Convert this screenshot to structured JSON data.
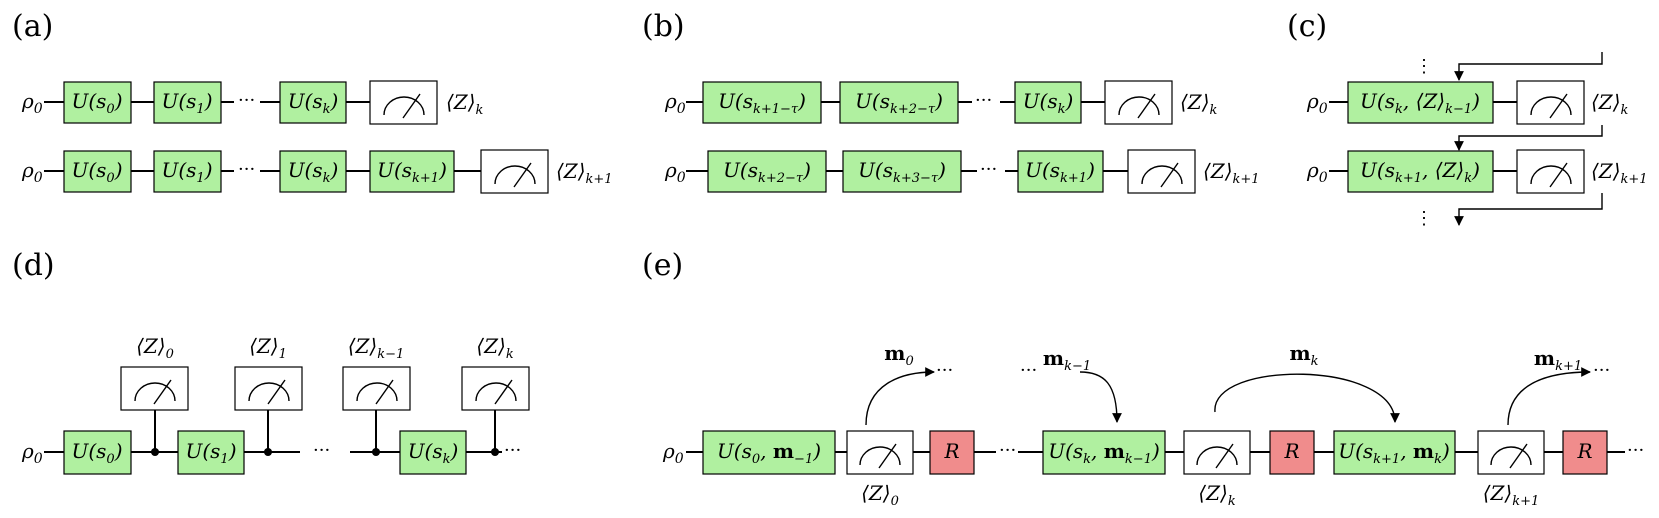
{
  "panels": {
    "a": {
      "label": "(a)",
      "rho": "ρ",
      "rho_sub": "0",
      "row1": [
        {
          "base": "U(s",
          "sub": "0",
          "tail": ")"
        },
        {
          "base": "U(s",
          "sub": "1",
          "tail": ")"
        },
        {
          "base": "U(s",
          "sub": "k",
          "tail": ")"
        }
      ],
      "row1_out": {
        "base": "⟨Z⟩",
        "sub": "k"
      },
      "row2": [
        {
          "base": "U(s",
          "sub": "0",
          "tail": ")"
        },
        {
          "base": "U(s",
          "sub": "1",
          "tail": ")"
        },
        {
          "base": "U(s",
          "sub": "k",
          "tail": ")"
        },
        {
          "base": "U(s",
          "sub": "k+1",
          "tail": ")"
        }
      ],
      "row2_out": {
        "base": "⟨Z⟩",
        "sub": "k+1"
      },
      "dots": "···"
    },
    "b": {
      "label": "(b)",
      "rho": "ρ",
      "rho_sub": "0",
      "row1": [
        {
          "base": "U(s",
          "sub": "k+1−τ",
          "tail": ")"
        },
        {
          "base": "U(s",
          "sub": "k+2−τ",
          "tail": ")"
        },
        {
          "base": "U(s",
          "sub": "k",
          "tail": ")"
        }
      ],
      "row1_out": {
        "base": "⟨Z⟩",
        "sub": "k"
      },
      "row2": [
        {
          "base": "U(s",
          "sub": "k+2−τ",
          "tail": ")"
        },
        {
          "base": "U(s",
          "sub": "k+3−τ",
          "tail": ")"
        },
        {
          "base": "U(s",
          "sub": "k+1",
          "tail": ")"
        }
      ],
      "row2_out": {
        "base": "⟨Z⟩",
        "sub": "k+1"
      },
      "dots": "···"
    },
    "c": {
      "label": "(c)",
      "rho": "ρ",
      "rho_sub": "0",
      "row1_gate": {
        "base": "U(s",
        "sub": "k",
        "mid": ", ⟨Z⟩",
        "sub2": "k−1",
        "tail": ")"
      },
      "row1_out": {
        "base": "⟨Z⟩",
        "sub": "k"
      },
      "row2_gate": {
        "base": "U(s",
        "sub": "k+1",
        "mid": ", ⟨Z⟩",
        "sub2": "k",
        "tail": ")"
      },
      "row2_out": {
        "base": "⟨Z⟩",
        "sub": "k+1"
      },
      "vdots": "⋮"
    },
    "d": {
      "label": "(d)",
      "rho": "ρ",
      "rho_sub": "0",
      "gates": [
        {
          "base": "U(s",
          "sub": "0",
          "tail": ")"
        },
        {
          "base": "U(s",
          "sub": "1",
          "tail": ")"
        },
        {
          "base": "U(s",
          "sub": "k",
          "tail": ")"
        }
      ],
      "meters": [
        {
          "base": "⟨Z⟩",
          "sub": "0"
        },
        {
          "base": "⟨Z⟩",
          "sub": "1"
        },
        {
          "base": "⟨Z⟩",
          "sub": "k−1"
        },
        {
          "base": "⟨Z⟩",
          "sub": "k"
        }
      ],
      "dots": "···"
    },
    "e": {
      "label": "(e)",
      "rho": "ρ",
      "rho_sub": "0",
      "gates": [
        {
          "base": "U(s",
          "sub": "0",
          "mid": ", ",
          "bold": "m",
          "sub2": "−1",
          "tail": ")"
        },
        {
          "base": "U(s",
          "sub": "k",
          "mid": ", ",
          "bold": "m",
          "sub2": "k−1",
          "tail": ")"
        },
        {
          "base": "U(s",
          "sub": "k+1",
          "mid": ", ",
          "bold": "m",
          "sub2": "k",
          "tail": ")"
        }
      ],
      "reset": "R",
      "outs": [
        {
          "base": "⟨Z⟩",
          "sub": "0"
        },
        {
          "base": "⟨Z⟩",
          "sub": "k"
        },
        {
          "base": "⟨Z⟩",
          "sub": "k+1"
        }
      ],
      "mems": [
        {
          "bold": "m",
          "sub": "0"
        },
        {
          "bold": "m",
          "sub": "k−1"
        },
        {
          "bold": "m",
          "sub": "k"
        },
        {
          "bold": "m",
          "sub": "k+1"
        }
      ],
      "dots": "···"
    }
  },
  "colors": {
    "gate": "#b0f0a0",
    "reset": "#f08c8c",
    "meter": "#ffffff"
  }
}
